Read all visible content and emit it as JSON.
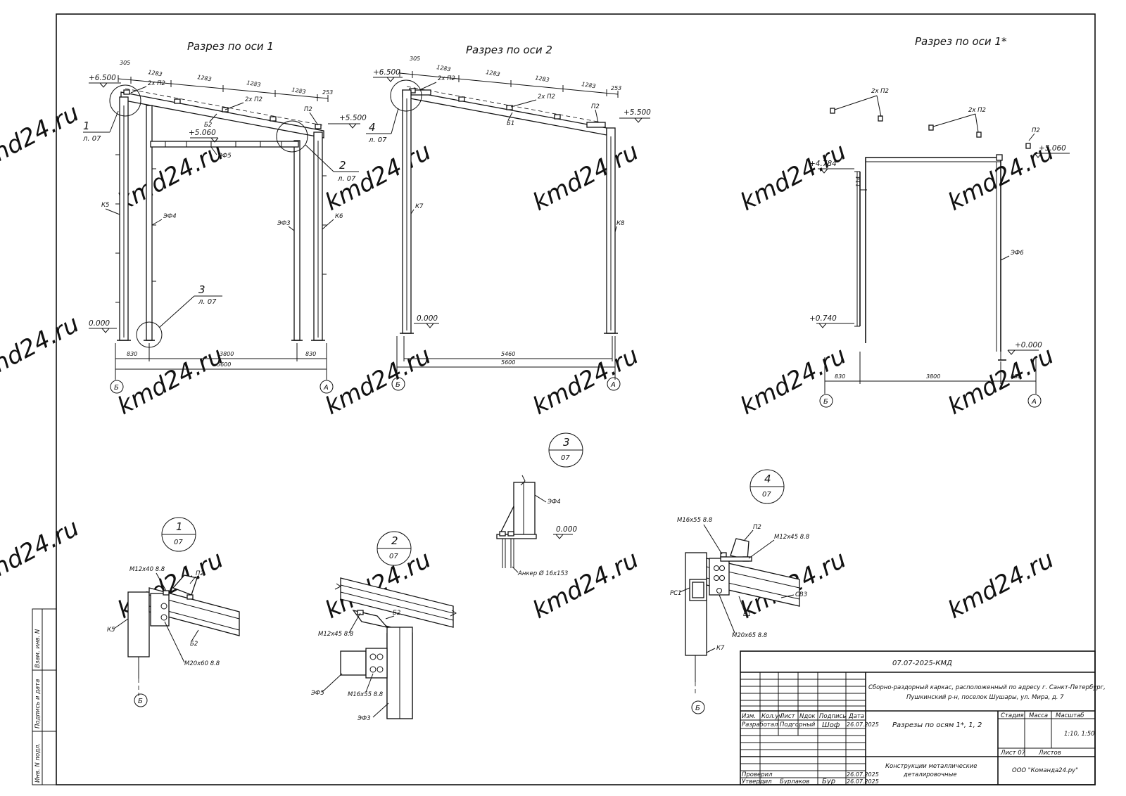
{
  "watermark": "kmd24.ru",
  "sections": {
    "s1": {
      "title": "Разрез по оси 1",
      "levels": {
        "top": "+6.500",
        "right": "+5.500",
        "mid": "+5.060",
        "zero": "0.000"
      },
      "dims_roof": [
        "305",
        "1283",
        "1283",
        "1283",
        "1283",
        "253"
      ],
      "dims_bottom": [
        "830",
        "3800",
        "830"
      ],
      "dim_total": "5600",
      "axes": [
        "Б",
        "А"
      ],
      "labels": {
        "k5": "К5",
        "k6": "К6",
        "ef4": "ЭФ4",
        "ef3": "ЭФ3",
        "ef5": "ЭФ5",
        "b2": "Б2",
        "p2": "П2",
        "p2x_a": "2х П2",
        "p2x_b": "2х П2"
      },
      "callouts": [
        {
          "num": "1",
          "sheet": "л. 07"
        },
        {
          "num": "2",
          "sheet": "л. 07"
        },
        {
          "num": "3",
          "sheet": "л. 07"
        }
      ]
    },
    "s2": {
      "title": "Разрез по оси 2",
      "levels": {
        "top": "+6.500",
        "right": "+5.500",
        "zero": "0.000"
      },
      "dims_roof": [
        "305",
        "1283",
        "1283",
        "1283",
        "1283",
        "253"
      ],
      "dim_inner": "5460",
      "dim_total": "5600",
      "axes": [
        "Б",
        "А"
      ],
      "labels": {
        "k7": "К7",
        "k8": "К8",
        "b1": "Б1",
        "p2": "П2",
        "p2x_a": "2х П2",
        "p2x_b": "2х П2"
      },
      "callouts": [
        {
          "num": "4",
          "sheet": "л. 07"
        }
      ]
    },
    "s3": {
      "title": "Разрез по оси 1*",
      "levels": {
        "a": "+4.784",
        "b": "+5.060",
        "c": "+0.740",
        "d": "+0.000"
      },
      "dim_small": "114",
      "dims_bottom": [
        "830",
        "3800",
        "830"
      ],
      "axes": [
        "Б",
        "А"
      ],
      "labels": {
        "p2x_a": "2х П2",
        "p2x_b": "2х П2",
        "p2": "П2",
        "ef6": "ЭФ6"
      }
    }
  },
  "details": {
    "d1": {
      "num": "1",
      "sheet": "07",
      "labels": {
        "bolt_a": "М12х40 8.8",
        "p2": "П2",
        "k5": "К5",
        "b2": "Б2",
        "bolt_b": "М20х60 8.8"
      },
      "axis": "Б"
    },
    "d2": {
      "num": "2",
      "sheet": "07",
      "labels": {
        "b2": "Б2",
        "bolt_a": "М12х45 8.8",
        "ef5": "ЭФ5",
        "bolt_b": "М16х55 8.8",
        "ef3": "ЭФ3"
      }
    },
    "d3": {
      "num": "3",
      "sheet": "07",
      "labels": {
        "ef4": "ЭФ4",
        "level": "0.000",
        "anchor": "Анкер Ø 16х153"
      }
    },
    "d4": {
      "num": "4",
      "sheet": "07",
      "labels": {
        "bolt_a": "М16х55 8.8",
        "p2": "П2",
        "bolt_b": "М12х45 8.8",
        "pc1": "РС1",
        "sv3": "СВ3",
        "b1": "Б1",
        "bolt_c": "М20х65 8.8",
        "k7": "К7"
      },
      "axis": "Б"
    }
  },
  "side_stamp": [
    "Взам. инв. N",
    "Подпись и дата",
    "Инв. N подл."
  ],
  "title_block": {
    "code": "07.07-2025-КМД",
    "object": [
      "Сборно-раздорный каркас, расположенный по адресу г. Санкт-Петербург,",
      "Пушкинский р-н, поселок Шушары, ул. Мира, д. 7"
    ],
    "sheet_title": "Разрезы по осям 1*, 1, 2",
    "doc_title": [
      "Конструкции металлические",
      "деталировочные"
    ],
    "org": "ООО \"Команда24.ру\"",
    "headers": {
      "izm": "Изм.",
      "koluch": "Кол.уч",
      "list": "Лист",
      "ndok": "Nдок",
      "podpis": "Подпись",
      "data": "Дата"
    },
    "stadiya": "Стадия",
    "massa": "Масса",
    "masshtab": "Масштаб",
    "scale": "1:10, 1:50",
    "list_label": "Лист 07",
    "listov": "Листов",
    "rows": [
      {
        "role": "Разработал",
        "name": "Подгорный",
        "sign": "Шоф",
        "date": "26.07.2025"
      },
      {
        "role": "Проверил",
        "name": "",
        "sign": "",
        "date": "26.07.2025"
      },
      {
        "role": "Утвердил",
        "name": "Бурлаков",
        "sign": "Бур",
        "date": "26.07.2025"
      }
    ]
  }
}
